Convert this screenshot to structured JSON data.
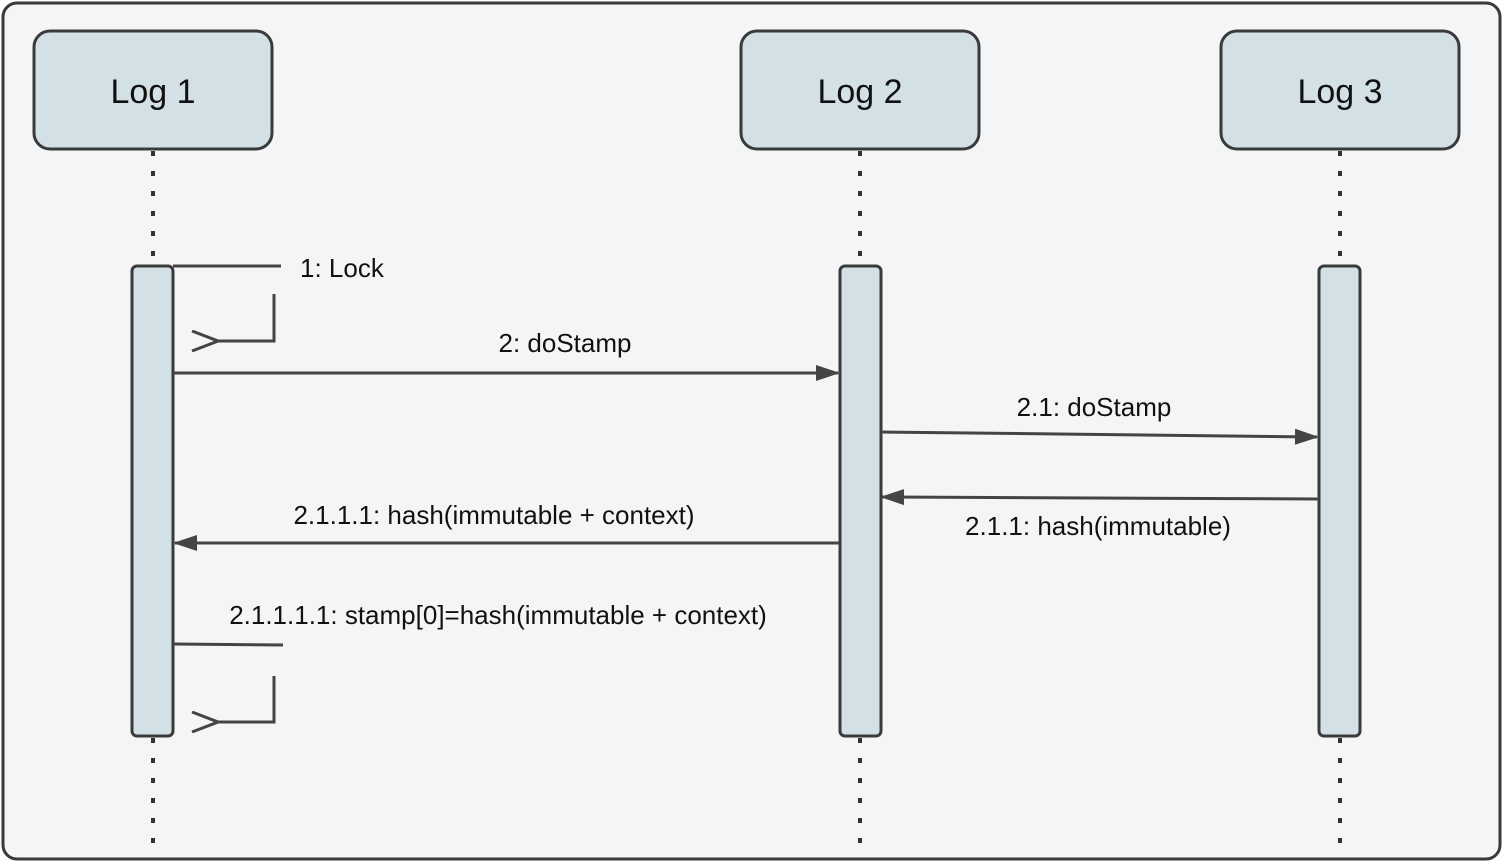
{
  "participants": [
    {
      "id": "log1",
      "label": "Log 1"
    },
    {
      "id": "log2",
      "label": "Log 2"
    },
    {
      "id": "log3",
      "label": "Log 3"
    }
  ],
  "messages": [
    {
      "id": "m1",
      "label": "1: Lock",
      "from": "log1",
      "to": "log1",
      "kind": "self"
    },
    {
      "id": "m2",
      "label": "2: doStamp",
      "from": "log1",
      "to": "log2",
      "kind": "call"
    },
    {
      "id": "m3",
      "label": "2.1: doStamp",
      "from": "log2",
      "to": "log3",
      "kind": "call"
    },
    {
      "id": "m4",
      "label": "2.1.1: hash(immutable)",
      "from": "log3",
      "to": "log2",
      "kind": "return"
    },
    {
      "id": "m5",
      "label": "2.1.1.1: hash(immutable + context)",
      "from": "log2",
      "to": "log1",
      "kind": "return"
    },
    {
      "id": "m6",
      "label": "2.1.1.1.1: stamp[0]=hash(immutable + context)",
      "from": "log1",
      "to": "log1",
      "kind": "self"
    }
  ],
  "colors": {
    "background": "#f4f5f6",
    "border": "#3a3a3a",
    "box_fill": "#d3e1e6",
    "line": "#444444",
    "text": "#111111"
  }
}
